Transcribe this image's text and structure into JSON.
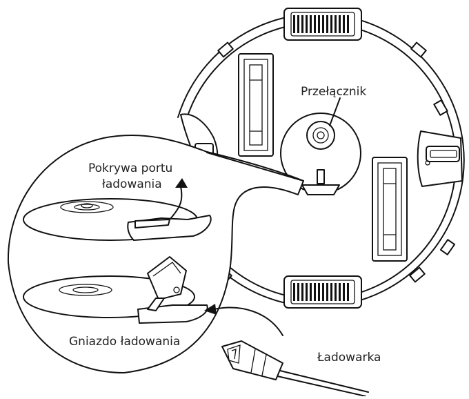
{
  "labels": {
    "switch": "Przełącznik",
    "port_cover_line1": "Pokrywa portu",
    "port_cover_line2": "ładowania",
    "charging_socket": "Gniazdo ładowania",
    "charger": "Ładowarka"
  },
  "colors": {
    "line": "#111111",
    "text": "#222222",
    "background": "#ffffff"
  }
}
